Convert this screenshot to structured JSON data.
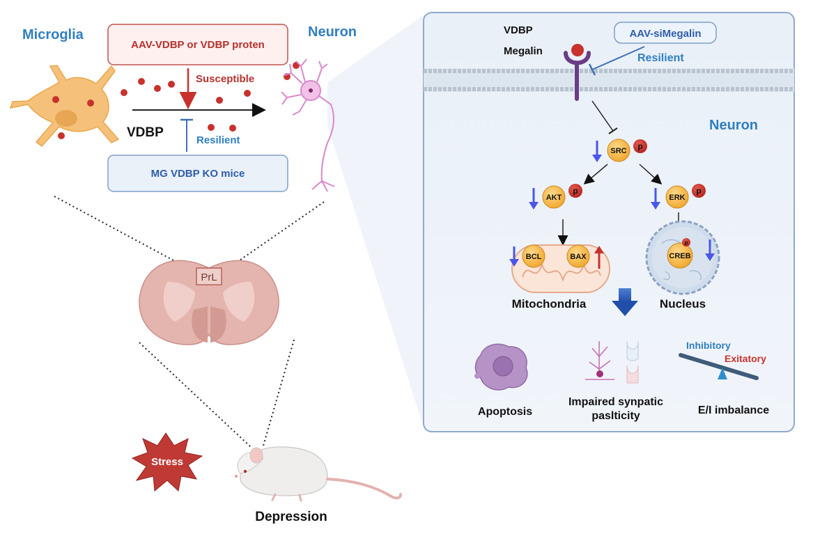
{
  "left": {
    "microglia_label": "Microglia",
    "neuron_label": "Neuron",
    "aav_box": "AAV-VDBP or VDBP proten",
    "susceptible": "Susceptible",
    "vdbp": "VDBP",
    "resilient": "Resilient",
    "ko_box": "MG VDBP KO mice",
    "prl": "PrL",
    "stress": "Stress",
    "depression": "Depression"
  },
  "right": {
    "vdbp": "VDBP",
    "megalin": "Megalin",
    "sim_box": "AAV-siMegalin",
    "resilient": "Resilient",
    "neuron": "Neuron",
    "p": "p",
    "src": "SRC",
    "akt": "AKT",
    "erk": "ERK",
    "bcl": "BCL",
    "bax": "BAX",
    "creb": "CREB",
    "mitochondria": "Mitochondria",
    "nucleus": "Nucleus",
    "apoptosis": "Apoptosis",
    "synaptic1": "Impaired synpatic",
    "synaptic2": "paslticity",
    "ei": "E/I imbalance",
    "inhibitory": "Inhibitory",
    "excitatory": "Exitatory"
  },
  "colors": {
    "blue_label": "#2f7fc1",
    "red_label": "#b7312c",
    "panel_bg": "#eaf1f9",
    "panel_border": "#8fa9cf",
    "node_orange": "#f5b13a",
    "phospho_red": "#c8312c",
    "down_arrow": "#4a56e8",
    "up_arrow": "#c8312c"
  }
}
